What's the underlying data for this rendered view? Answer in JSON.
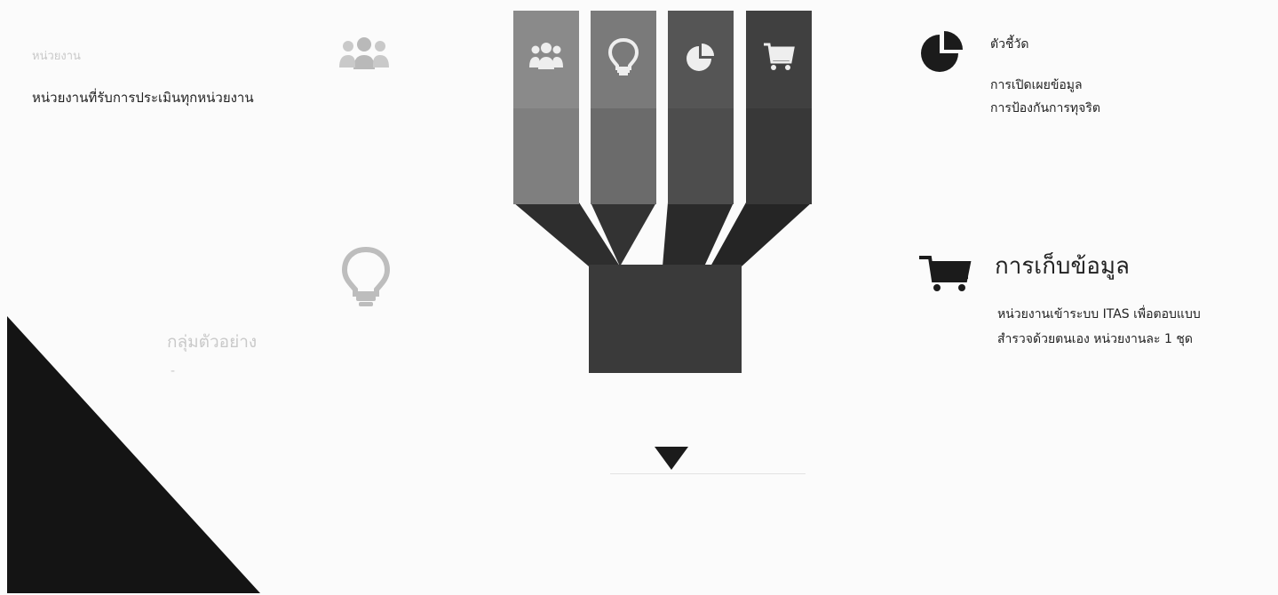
{
  "left": {
    "units": {
      "heading": "หน่วยงาน",
      "description": "หน่วยงานที่รับการประเมินทุกหน่วยงาน"
    },
    "sample": {
      "heading": "กลุ่มตัวอย่าง",
      "dash": "-"
    }
  },
  "right": {
    "indicators": {
      "heading": "ตัวชี้วัด",
      "items": [
        "การเปิดเผยข้อมูล",
        "การป้องกันการทุจริต"
      ]
    },
    "collection": {
      "heading": "การเก็บข้อมูล",
      "lines": [
        "หน่วยงานเข้าระบบ ITAS เพื่อตอบแบบ",
        "สำรวจด้วยตนเอง หน่วยงานละ 1 ชุด"
      ]
    }
  },
  "funnel": {
    "columns": [
      {
        "icon": "people-icon",
        "color": "#7f7f7f"
      },
      {
        "icon": "lightbulb-icon",
        "color": "#6b6b6b"
      },
      {
        "icon": "pie-chart-icon",
        "color": "#4d4d4d"
      },
      {
        "icon": "cart-icon",
        "color": "#383838"
      }
    ],
    "arrow": "down-arrow-icon"
  },
  "colors": {
    "faint": "#c9c9c9",
    "dark": "#1b1b1b"
  }
}
